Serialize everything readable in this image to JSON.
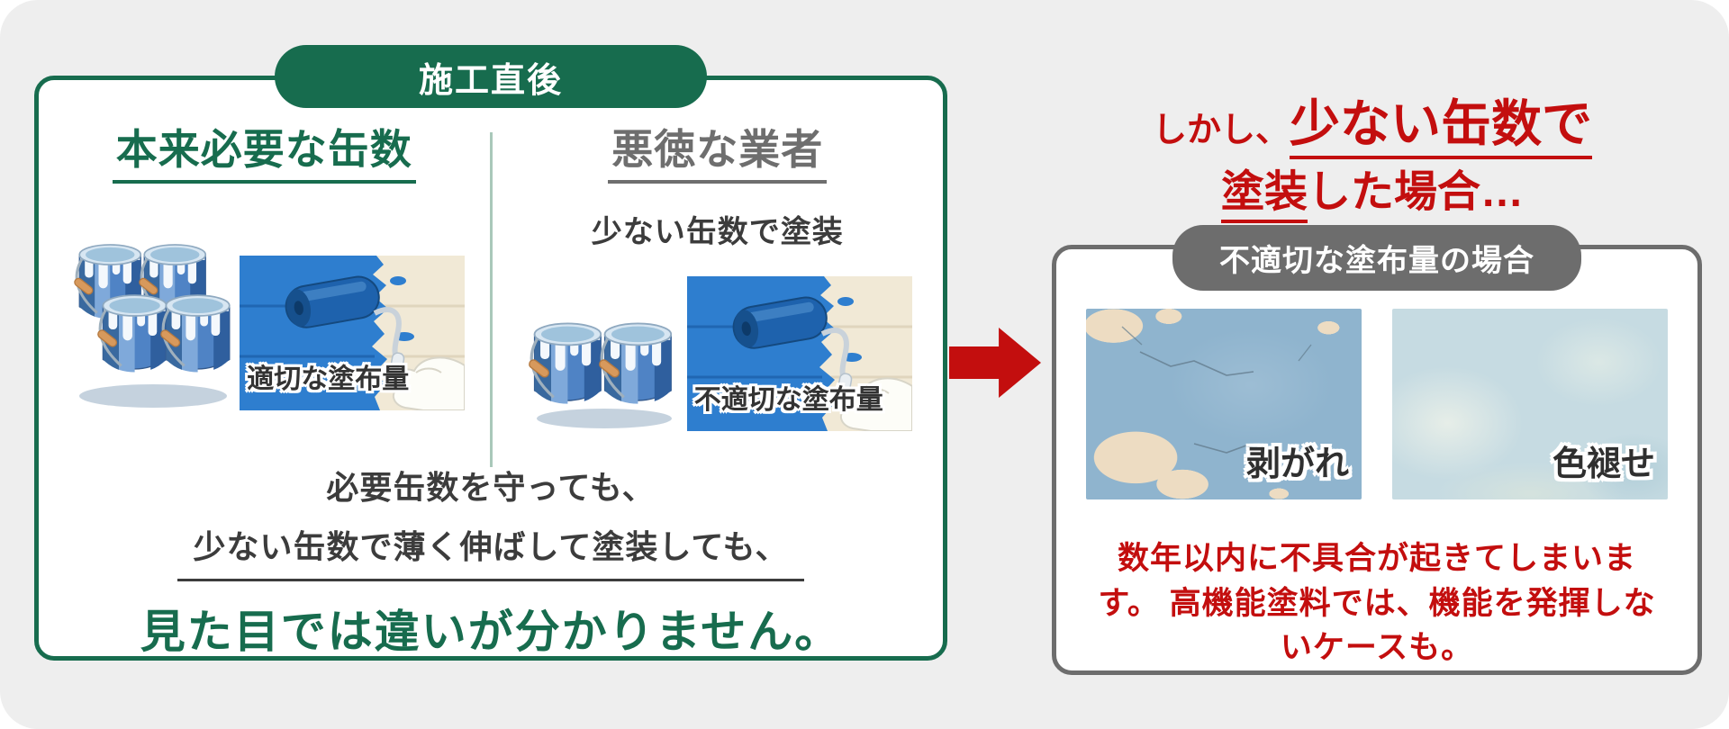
{
  "colors": {
    "background": "#eeeeee",
    "brand_green": "#176c4e",
    "gray": "#6d6d6d",
    "alert_red": "#c30e0e",
    "text_dark": "#3c3c3c"
  },
  "left_panel": {
    "title": "施工直後",
    "proper_column": {
      "heading": "本来必要な缶数",
      "cans_icon": "paint-cans-4",
      "image_label": "適切な塗布量"
    },
    "rogue_column": {
      "heading": "悪徳な業者",
      "subtitle": "少ない缶数で塗装",
      "cans_icon": "paint-cans-2",
      "image_label": "不適切な塗布量"
    },
    "caption": {
      "line1": "必要缶数を守っても、",
      "line2": "少ない缶数で薄く伸ばして塗装しても、",
      "line3": "見た目では違いが分かりません。"
    }
  },
  "arrow": {
    "icon": "red-arrow-right"
  },
  "right_panel": {
    "headline": {
      "prefix": "しかし、",
      "emphasis1": "少ない缶数で",
      "emphasis2": "塗装",
      "suffix": "した場合…"
    },
    "box_title": "不適切な塗布量の場合",
    "photos": [
      {
        "label": "剥がれ"
      },
      {
        "label": "色褪せ"
      }
    ],
    "warning_lines": [
      "数年以内に不具合が起きてしまいま",
      "す。 高機能塗料では、機能を発揮しな",
      "いケースも。"
    ]
  }
}
